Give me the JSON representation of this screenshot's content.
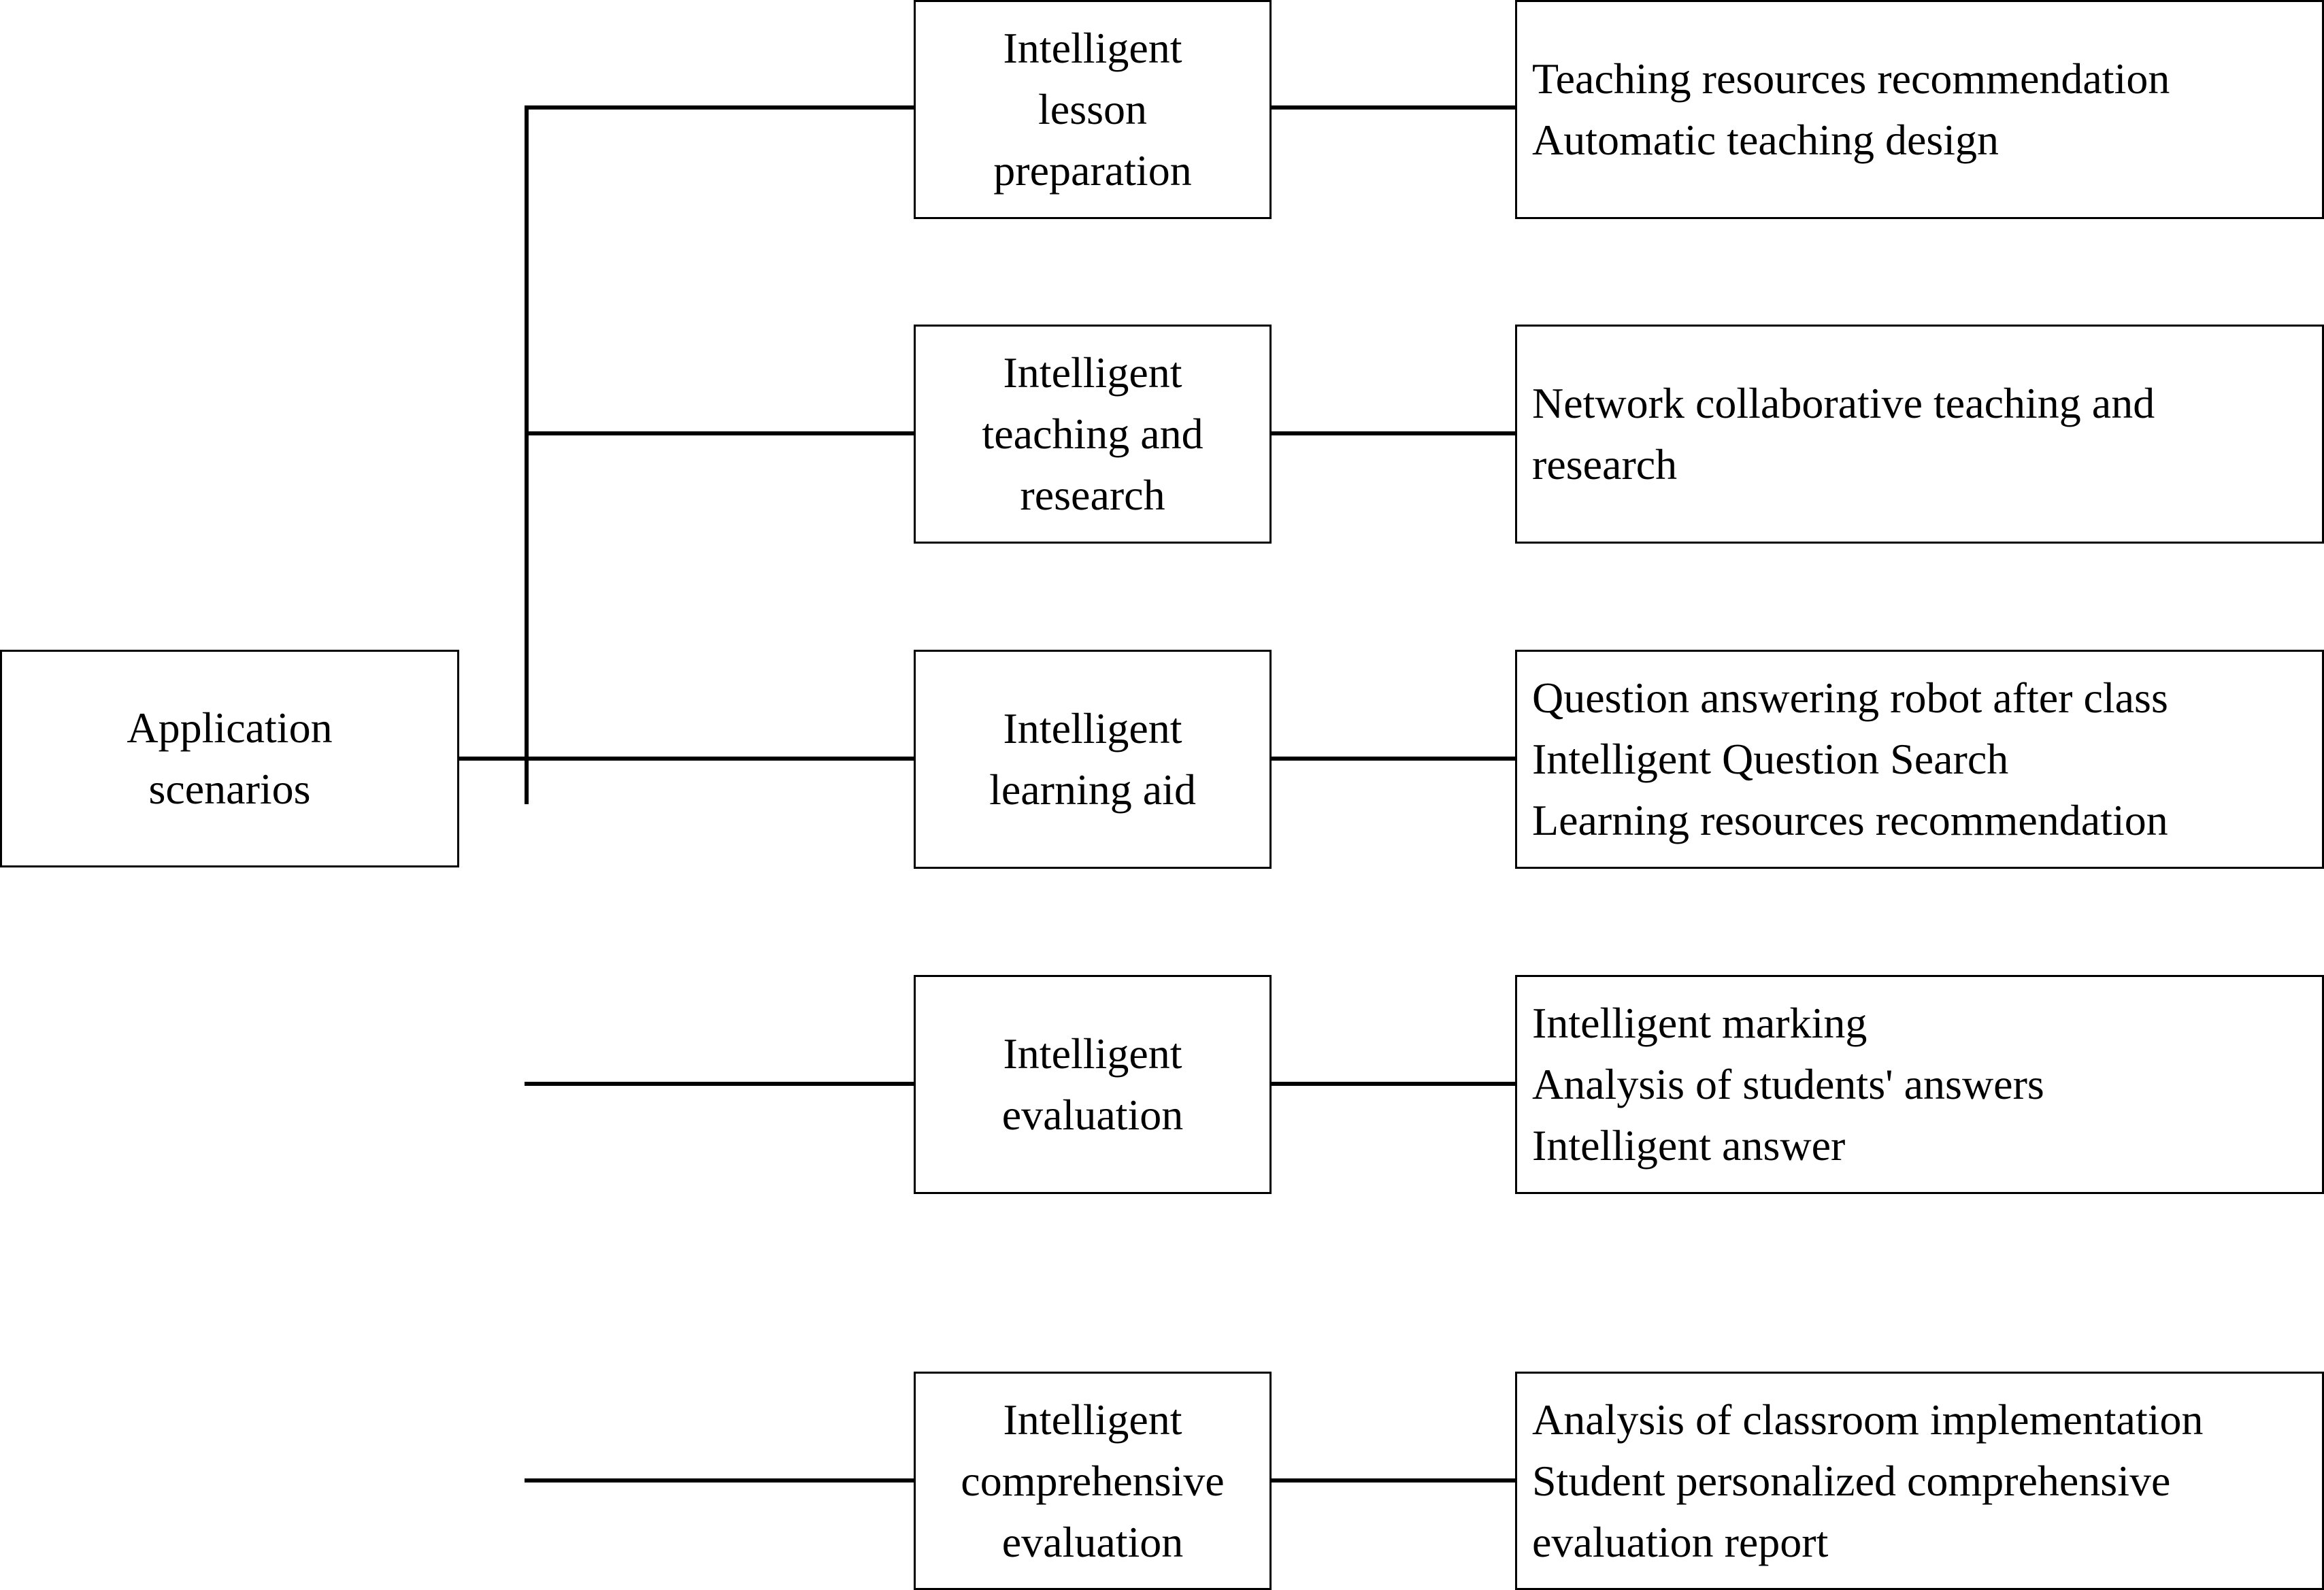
{
  "root": {
    "lines": [
      "Application",
      "scenarios"
    ]
  },
  "branches": [
    {
      "category": [
        "Intelligent",
        "lesson",
        "preparation"
      ],
      "details": [
        "Teaching resources recommendation",
        "Automatic teaching design"
      ]
    },
    {
      "category": [
        "Intelligent",
        "teaching and",
        "research"
      ],
      "details": [
        "Network collaborative teaching and",
        "research"
      ]
    },
    {
      "category": [
        "Intelligent",
        "learning aid"
      ],
      "details": [
        "Question answering robot after class",
        "Intelligent Question Search",
        "Learning resources recommendation"
      ]
    },
    {
      "category": [
        "Intelligent",
        "evaluation"
      ],
      "details": [
        "Intelligent marking",
        "Analysis of students' answers",
        "Intelligent answer"
      ]
    },
    {
      "category": [
        "Intelligent",
        "comprehensive",
        "evaluation"
      ],
      "details": [
        "Analysis of classroom implementation",
        "Student personalized comprehensive",
        "evaluation report"
      ]
    }
  ]
}
